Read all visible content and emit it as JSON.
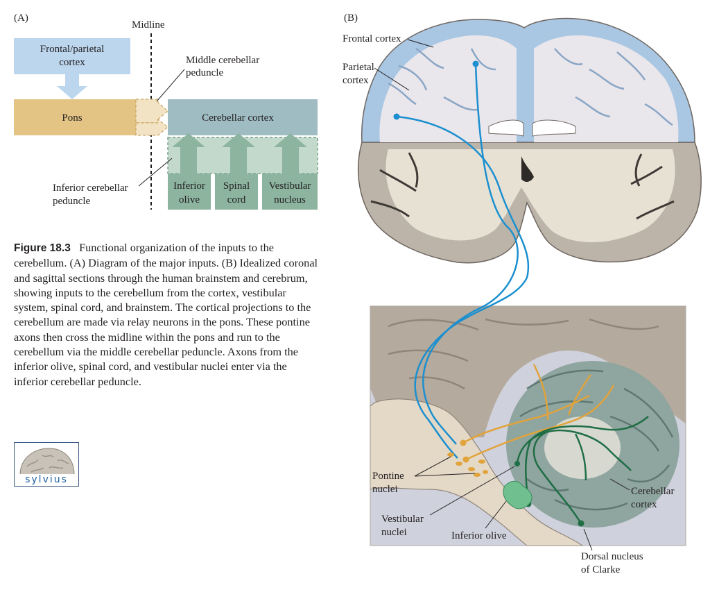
{
  "panel_a": {
    "label": "(A)",
    "midline": "Midline",
    "frontal_parietal": [
      "Frontal/parietal",
      "cortex"
    ],
    "pons": "Pons",
    "cerebellar_cortex": "Cerebellar cortex",
    "middle_peduncle": [
      "Middle cerebellar",
      "peduncle"
    ],
    "inferior_peduncle": [
      "Inferior cerebellar",
      "peduncle"
    ],
    "inferior_olive": [
      "Inferior",
      "olive"
    ],
    "spinal_cord": [
      "Spinal",
      "cord"
    ],
    "vestibular_nucleus": [
      "Vestibular",
      "nucleus"
    ]
  },
  "panel_b": {
    "label": "(B)",
    "frontal_cortex": "Frontal cortex",
    "parietal_cortex": [
      "Parietal",
      "cortex"
    ],
    "pontine_nuclei": [
      "Pontine",
      "nuclei"
    ],
    "vestibular_nuclei": [
      "Vestibular",
      "nuclei"
    ],
    "inferior_olive": "Inferior olive",
    "cerebellar_cortex": [
      "Cerebellar",
      "cortex"
    ],
    "dorsal_nucleus": [
      "Dorsal nucleus",
      "of Clarke"
    ]
  },
  "caption": {
    "figure_number": "Figure 18.3",
    "text": "Functional organization of the inputs to the cerebellum. (A) Diagram of the major inputs. (B) Idealized coronal and sagittal sections through the human brainstem and cerebrum, showing inputs to the cerebellum from the cortex, vestibular system, spinal cord, and brainstem. The cortical projections to the cerebellum are made via relay neurons in the pons. These pontine axons then cross the midline within the pons and run to the cerebellum via the middle cerebellar peduncle. Axons from the inferior olive, spinal cord, and vestibular nuclei enter via the inferior cerebellar peduncle."
  },
  "logo": {
    "text": "sylvius"
  },
  "colors": {
    "cortex_blue": "#bcd6ee",
    "pons_tan": "#e3c485",
    "cerebellar_teal": "#9ebcc2",
    "input_green": "#8cb49f",
    "input_green_light": "#c3d9cb",
    "tract_blue": "#1b8fcf",
    "tract_orange": "#e1a33b",
    "tract_green": "#1f6e45"
  }
}
